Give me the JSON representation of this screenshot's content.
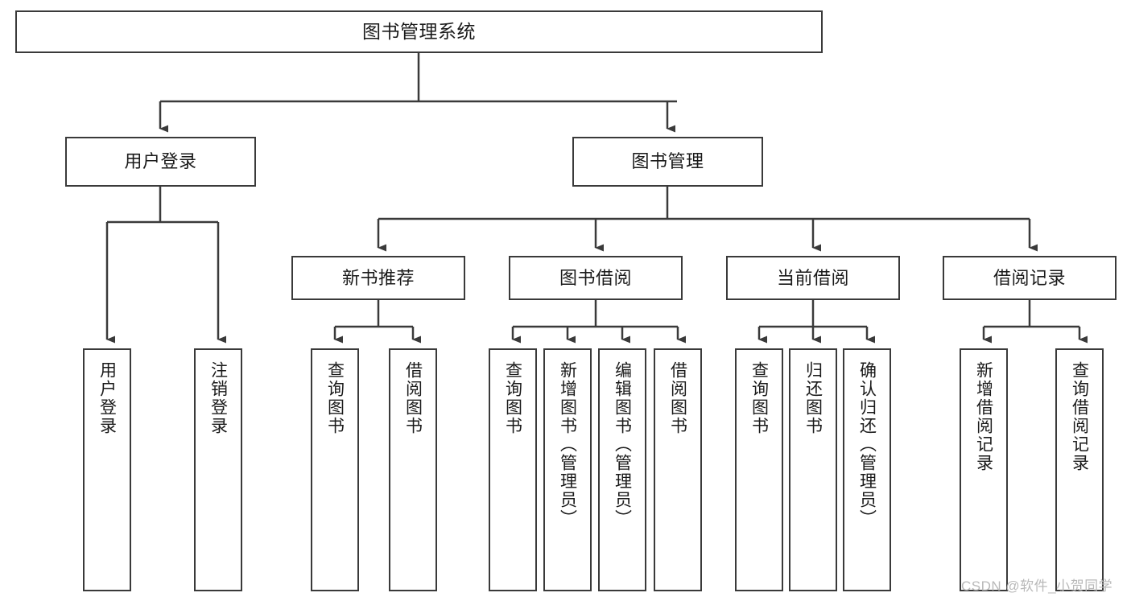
{
  "diagram": {
    "title": "图书管理系统",
    "type": "tree-hierarchy-chart",
    "style": {
      "box_border_color": "#3a3a3a",
      "box_fill_color": "#ffffff",
      "edge_color": "#3a3a3a",
      "text_color": "#1a1a1a",
      "background_color": "#ffffff",
      "watermark_color": "#b9b9b9"
    },
    "nodes": {
      "root": {
        "label": "图书管理系统"
      },
      "level1": [
        {
          "id": "user-login",
          "label": "用户登录"
        },
        {
          "id": "book-manage",
          "label": "图书管理"
        }
      ],
      "level2": [
        {
          "id": "new-book-recommend",
          "label": "新书推荐"
        },
        {
          "id": "book-borrow",
          "label": "图书借阅"
        },
        {
          "id": "current-borrow",
          "label": "当前借阅"
        },
        {
          "id": "borrow-record",
          "label": "借阅记录"
        }
      ],
      "leaves": {
        "user_login": [
          {
            "id": "leaf-user-login",
            "label": "用户登录"
          },
          {
            "id": "leaf-user-logout",
            "label": "注销登录"
          }
        ],
        "new_book_recommend": [
          {
            "id": "leaf-query-book-1",
            "label": "查询图书"
          },
          {
            "id": "leaf-borrow-book-1",
            "label": "借阅图书"
          }
        ],
        "book_borrow": [
          {
            "id": "leaf-query-book-2",
            "label": "查询图书"
          },
          {
            "id": "leaf-add-book",
            "label": "新增图书（管理员）"
          },
          {
            "id": "leaf-edit-book",
            "label": "编辑图书（管理员）"
          },
          {
            "id": "leaf-borrow-book-2",
            "label": "借阅图书"
          }
        ],
        "current_borrow": [
          {
            "id": "leaf-query-book-3",
            "label": "查询图书"
          },
          {
            "id": "leaf-return-book",
            "label": "归还图书"
          },
          {
            "id": "leaf-confirm-return",
            "label": "确认归还（管理员）"
          }
        ],
        "borrow_record": [
          {
            "id": "leaf-add-record",
            "label": "新增借阅记录"
          },
          {
            "id": "leaf-query-record",
            "label": "查询借阅记录"
          }
        ]
      }
    },
    "watermark": "CSDN @软件_小贺同学"
  }
}
